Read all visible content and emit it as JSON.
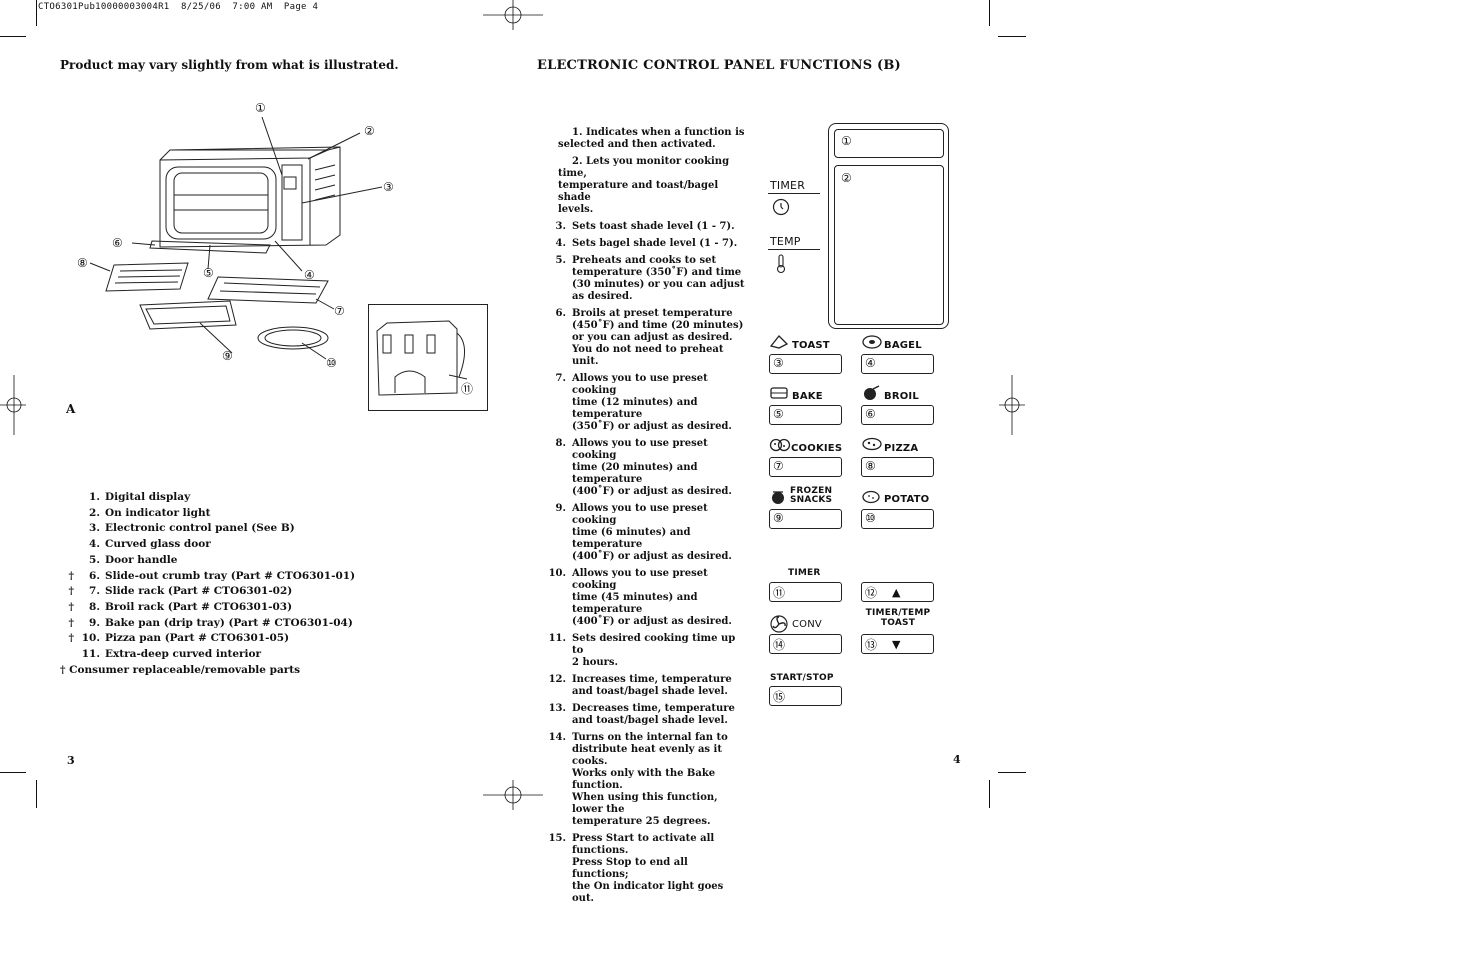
{
  "header": {
    "text": "CTO6301Pub10000003004R1  8/25/06  7:00 AM  Page 4"
  },
  "left_page": {
    "disclaimer": "Product may vary slightly from what is illustrated.",
    "figure_label": "A",
    "callouts": [
      "①",
      "②",
      "③",
      "④",
      "⑤",
      "⑥",
      "⑦",
      "⑧",
      "⑨",
      "⑩",
      "⑪"
    ],
    "parts": [
      {
        "mark": "",
        "num": "1.",
        "text": "Digital display"
      },
      {
        "mark": "",
        "num": "2.",
        "text": "On indicator light"
      },
      {
        "mark": "",
        "num": "3.",
        "text": "Electronic control panel (See B)"
      },
      {
        "mark": "",
        "num": "4.",
        "text": "Curved glass door"
      },
      {
        "mark": "",
        "num": "5.",
        "text": "Door handle"
      },
      {
        "mark": "†",
        "num": "6.",
        "text": "Slide-out crumb tray (Part # CTO6301-01)"
      },
      {
        "mark": "†",
        "num": "7.",
        "text": "Slide rack (Part # CTO6301-02)"
      },
      {
        "mark": "†",
        "num": "8.",
        "text": "Broil rack (Part # CTO6301-03)"
      },
      {
        "mark": "†",
        "num": "9.",
        "text": "Bake pan (drip tray) (Part # CTO6301-04)"
      },
      {
        "mark": "†",
        "num": "10.",
        "text": "Pizza pan (Part # CTO6301-05)"
      },
      {
        "mark": "",
        "num": "11.",
        "text": "Extra-deep curved interior"
      }
    ],
    "footnote": "† Consumer replaceable/removable parts",
    "page_number": "3"
  },
  "right_page": {
    "title": "ELECTRONIC CONTROL PANEL FUNCTIONS (B)",
    "functions": [
      {
        "num": "1.",
        "text": "Indicates when a function is\nselected and then activated."
      },
      {
        "num": "2.",
        "text": "Lets you monitor cooking time,\ntemperature and toast/bagel shade\nlevels."
      },
      {
        "num": "3.",
        "text": "Sets toast shade level (1 - 7)."
      },
      {
        "num": "4.",
        "text": "Sets bagel shade level (1 - 7)."
      },
      {
        "num": "5.",
        "text": "Preheats and cooks to set\ntemperature (350˚F) and time\n(30 minutes) or you can adjust\nas desired."
      },
      {
        "num": "6.",
        "text": "Broils at preset temperature\n(450˚F) and time (20 minutes)\nor you can adjust as desired.\nYou do not need to preheat unit."
      },
      {
        "num": "7.",
        "text": "Allows you to use preset cooking\ntime (12 minutes) and temperature\n(350˚F) or adjust as desired."
      },
      {
        "num": "8.",
        "text": "Allows you to use preset cooking\ntime (20 minutes) and temperature\n(400˚F) or adjust as desired."
      },
      {
        "num": "9.",
        "text": "Allows you to use preset cooking\ntime (6 minutes) and temperature\n(400˚F) or adjust as desired."
      },
      {
        "num": "10.",
        "text": "Allows you to use preset cooking\ntime (45 minutes) and temperature\n(400˚F) or adjust as desired."
      },
      {
        "num": "11.",
        "text": "Sets desired cooking time up to\n2 hours."
      },
      {
        "num": "12.",
        "text": "Increases time, temperature\nand toast/bagel shade level."
      },
      {
        "num": "13.",
        "text": "Decreases time, temperature\nand toast/bagel shade level."
      },
      {
        "num": "14.",
        "text": "Turns on the internal fan to\ndistribute heat evenly as it cooks.\nWorks only with the Bake function.\nWhen using this function, lower the\ntemperature 25 degrees."
      },
      {
        "num": "15.",
        "text": "Press Start to activate all functions.\nPress Stop to end all functions;\nthe On indicator light goes out."
      }
    ],
    "panel": {
      "timer_label": "TIMER",
      "temp_label": "TEMP",
      "toast": "TOAST",
      "bagel": "BAGEL",
      "bake": "BAKE",
      "broil": "BROIL",
      "cookies": "COOKIES",
      "pizza": "PIZZA",
      "frozen_1": "FROZEN",
      "frozen_2": "SNACKS",
      "potato": "POTATO",
      "timer_btn": "TIMER",
      "timer_temp_1": "TIMER/TEMP",
      "timer_temp_2": "TOAST",
      "conv": "CONV",
      "start_stop": "START/STOP",
      "nums": [
        "①",
        "②",
        "③",
        "④",
        "⑤",
        "⑥",
        "⑦",
        "⑧",
        "⑨",
        "⑩",
        "⑪",
        "⑫",
        "⑬",
        "⑭",
        "⑮"
      ],
      "up_arrow": "▲",
      "down_arrow": "▼"
    },
    "page_number": "4"
  }
}
